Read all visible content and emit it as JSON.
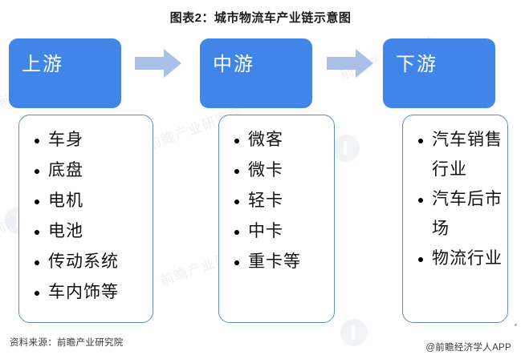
{
  "title": "图表2：城市物流车产业链示意图",
  "colors": {
    "header_blue": "#4285e8",
    "arrow_blue": "#abc0e8",
    "body_border": "#5b8cc4",
    "text": "#111111"
  },
  "stages": [
    {
      "header": "上游",
      "items": [
        "车身",
        "底盘",
        "电机",
        "电池",
        "传动系统",
        "车内饰等"
      ]
    },
    {
      "header": "中游",
      "items": [
        "微客",
        "微卡",
        "轻卡",
        "中卡",
        "重卡等"
      ]
    },
    {
      "header": "下游",
      "items": [
        "汽车销售行业",
        "汽车后市场",
        "物流行业"
      ]
    }
  ],
  "arrows": [
    {
      "name": "arrow-upstream-to-midstream"
    },
    {
      "name": "arrow-midstream-to-downstream"
    }
  ],
  "footer": {
    "source": "资料来源：前瞻产业研究院",
    "brand": "@前瞻经济学人APP"
  },
  "watermarks": [
    "前瞻产业研究院",
    "前瞻产业研究院",
    "前瞻产业研究院",
    "前瞻产业研究院",
    "前瞻产业研究院",
    "前瞻产业研究院"
  ]
}
